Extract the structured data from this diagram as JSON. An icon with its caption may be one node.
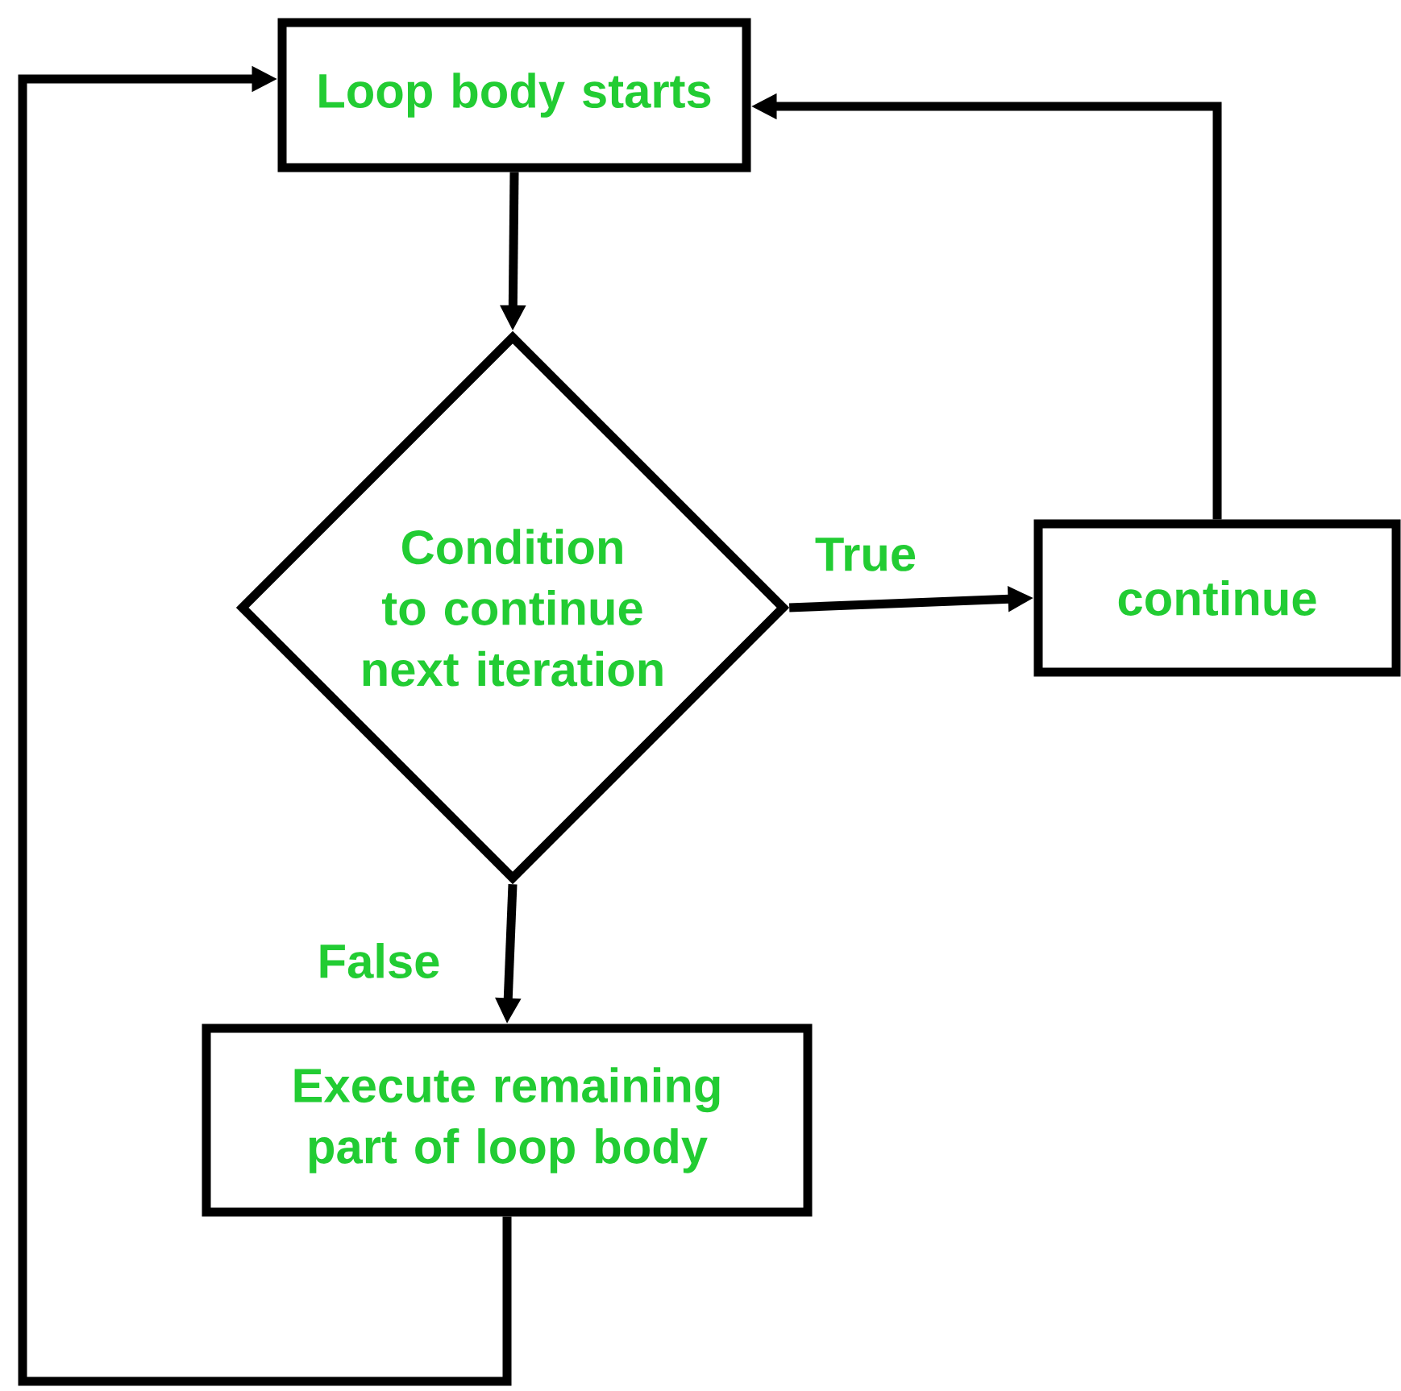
{
  "diagram": {
    "nodes": [
      {
        "text": [
          "Loop body starts"
        ]
      },
      {
        "text": [
          "Condition to continue next iteration"
        ]
      },
      {
        "text": [
          "continue"
        ]
      },
      {
        "text": [
          "Execute remaining part of loop body"
        ]
      }
    ],
    "edges": [
      {
        "from": 0,
        "to": 1,
        "arrow": "to"
      },
      {
        "from": 1,
        "to": 2,
        "arrow": "to",
        "label": "True"
      },
      {
        "from": 2,
        "to": 0,
        "arrow": "to"
      },
      {
        "from": 1,
        "to": 3,
        "arrow": "to",
        "label": "False"
      },
      {
        "from": 3,
        "to": 0,
        "arrow": "to"
      }
    ]
  }
}
